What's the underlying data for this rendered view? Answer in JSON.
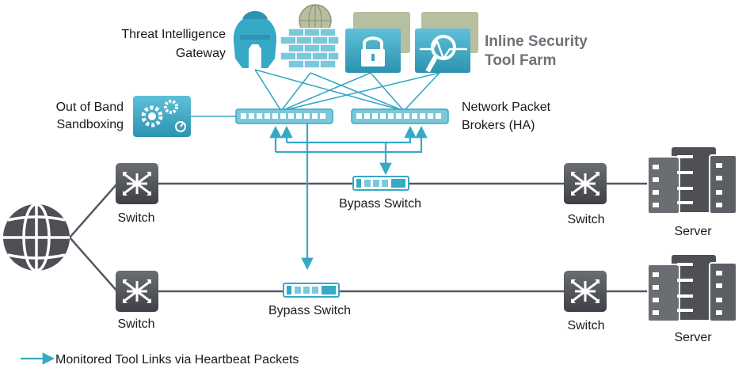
{
  "labels": {
    "threat_gateway_line1": "Threat Intelligence",
    "threat_gateway_line2": "Gateway",
    "tool_farm_line1": "Inline Security",
    "tool_farm_line2": "Tool Farm",
    "sandbox_line1": "Out of Band",
    "sandbox_line2": "Sandboxing",
    "npb_line1": "Network Packet",
    "npb_line2": "Brokers (HA)",
    "bypass_switch_top": "Bypass Switch",
    "bypass_switch_bottom": "Bypass Switch",
    "switch_left_top": "Switch",
    "switch_left_bottom": "Switch",
    "switch_right_top": "Switch",
    "switch_right_bottom": "Switch",
    "server_top": "Server",
    "server_bottom": "Server"
  },
  "legend": {
    "text": "Monitored Tool Links via Heartbeat Packets"
  },
  "colors": {
    "teal": "#36a9c6",
    "teal_light": "#7cc8da",
    "grey_dark": "#4e5055",
    "line": "#55585e",
    "olive": "#9ba67a"
  },
  "icons": {
    "internet": "globe-icon",
    "threat_gateway": "spartan-helmet-icon",
    "firewall": "brick-wall-globe-icon",
    "lock": "padlock-icon",
    "inspect": "magnifier-icon",
    "sandbox": "gears-icon",
    "switch": "arrows-switch-icon",
    "server": "server-rack-icon"
  }
}
